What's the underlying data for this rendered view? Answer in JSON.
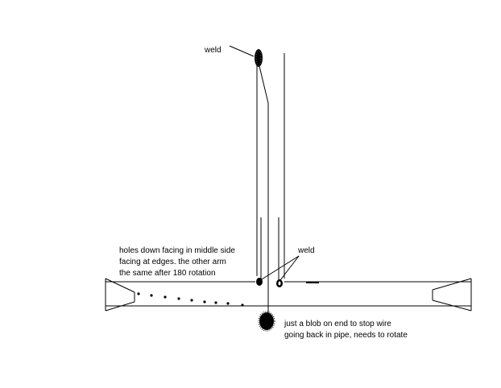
{
  "diagram": {
    "labels": {
      "weld_top": "weld",
      "weld_right": "weld",
      "holes_line1": "holes down facing in middle side",
      "holes_line2": "facing at edges. the other arm",
      "holes_line3": "the same after 180 rotation",
      "blob_line1": "just a blob on end to stop wire",
      "blob_line2": "going back in pipe, needs to rotate"
    },
    "colors": {
      "background": "#ffffff",
      "stroke": "#000000"
    }
  }
}
